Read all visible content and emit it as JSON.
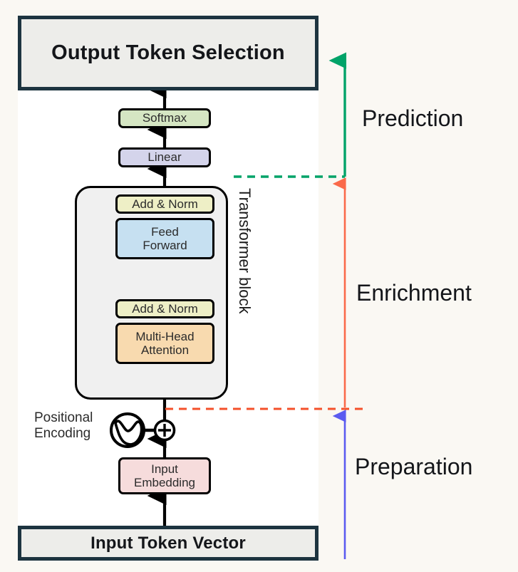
{
  "page": {
    "background": "#faf8f3",
    "canvas_background": "#ffffff",
    "title_top": "Output Token Selection",
    "title_bottom": "Input Token Vector"
  },
  "banners": {
    "top_label": "Output Token Selection",
    "bottom_label": "Input Token Vector",
    "border_color": "#1d3440",
    "fill_color": "#ededea"
  },
  "nodes": [
    {
      "id": "softmax",
      "label": "Softmax",
      "color": "#d5e6c3"
    },
    {
      "id": "linear",
      "label": "Linear",
      "color": "#d4d4eb"
    },
    {
      "id": "addnorm1",
      "label": "Add & Norm",
      "color": "#eeefc6"
    },
    {
      "id": "feedforward",
      "line1": "Feed",
      "line2": "Forward",
      "color": "#c6e0f1"
    },
    {
      "id": "addnorm2",
      "label": "Add & Norm",
      "color": "#eeefc6"
    },
    {
      "id": "attention",
      "line1": "Multi-Head",
      "line2": "Attention",
      "color": "#f8daaf"
    },
    {
      "id": "embedding",
      "line1": "Input",
      "line2": "Embedding",
      "color": "#f6dcdc"
    }
  ],
  "block": {
    "label": "Transformer block",
    "fill": "#f0f0f0",
    "border": "#000000"
  },
  "positional_encoding": {
    "line1": "Positional",
    "line2": "Encoding",
    "operator": "plus-circle"
  },
  "stages": [
    {
      "id": "prediction",
      "label": "Prediction",
      "arrow_color": "#00a368",
      "divider_color": "#00a368",
      "divider_style": "dashed"
    },
    {
      "id": "enrichment",
      "label": "Enrichment",
      "arrow_color": "#fa6a4a",
      "divider_color": "#f4502a",
      "divider_style": "dashed"
    },
    {
      "id": "preparation",
      "label": "Preparation",
      "arrow_color": "#5b5bf0",
      "divider_color": "",
      "divider_style": "none"
    }
  ],
  "colors": {
    "flow_arrow": "#000000",
    "text": "#14161a",
    "green": "#00a368",
    "red": "#fa6a4a",
    "blue": "#5b5bf0"
  }
}
